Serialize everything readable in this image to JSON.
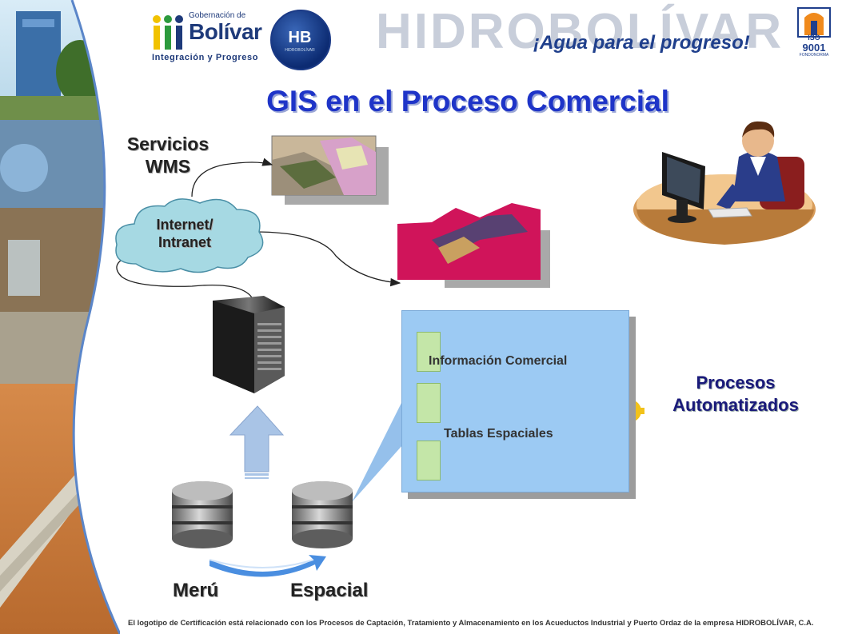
{
  "header": {
    "gobernacion_prefix": "Gobernación de",
    "gobernacion_name": "Bolívar",
    "gobernacion_tagline": "Integración y Progreso",
    "hb_logo_text": "HB",
    "hb_logo_sub": "HIDROBOLÍVAR",
    "brand_watermark": "HIDROBOLÍVAR",
    "brand_slogan": "¡Agua para el progreso!",
    "iso_label": "ISO",
    "iso_number": "9001",
    "iso_sub": "FONDONORMA"
  },
  "title": "GIS en el Proceso Comercial",
  "diagram": {
    "wms_label_line1": "Servicios",
    "wms_label_line2": "WMS",
    "cloud_line1": "Internet/",
    "cloud_line2": "Intranet",
    "panel_item_1": "Información Comercial",
    "panel_item_2": "Tablas Espaciales",
    "procesos_line1": "Procesos",
    "procesos_line2": "Automatizados",
    "db_left_label": "Merú",
    "db_right_label": "Espacial"
  },
  "footer": "El logotipo de Certificación está relacionado con los Procesos de Captación, Tratamiento y Almacenamiento en los Acueductos Industrial y Puerto Ordaz de la empresa HIDROBOLÍVAR, C.A.",
  "colors": {
    "title": "#1e34c8",
    "cloud": "#a6d9e3",
    "panel": "#9ccaf3",
    "map_magenta": "#d0145a",
    "arrow_up": "#a9c4e6"
  }
}
